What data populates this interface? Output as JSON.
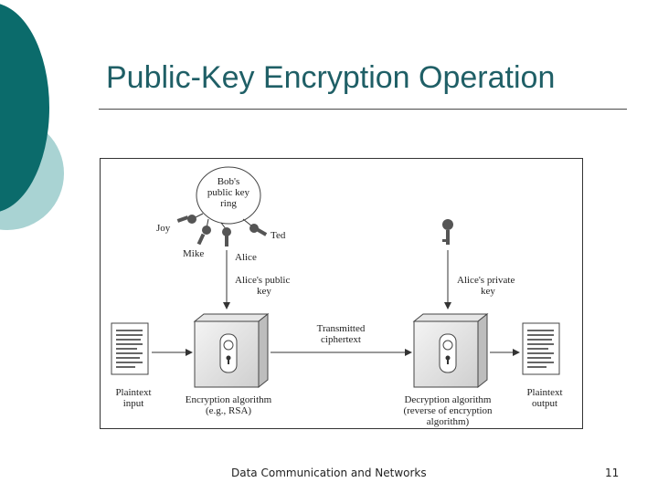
{
  "slide": {
    "title": "Public-Key Encryption Operation",
    "footer": "Data Communication and Networks",
    "page_number": "11",
    "colors": {
      "accent_dark": "#0b6b6b",
      "accent_light": "#a9d3d3",
      "title": "#1f5f66"
    }
  },
  "diagram": {
    "key_ring": {
      "line1": "Bob's",
      "line2": "public key",
      "line3": "ring"
    },
    "keys": {
      "joy": "Joy",
      "mike": "Mike",
      "alice": "Alice",
      "ted": "Ted"
    },
    "public_key_label": {
      "line1": "Alice's public",
      "line2": "key"
    },
    "private_key_label": {
      "line1": "Alice's private",
      "line2": "key"
    },
    "ciphertext_label": {
      "line1": "Transmitted",
      "line2": "ciphertext"
    },
    "plaintext_input": {
      "line1": "Plaintext",
      "line2": "input"
    },
    "plaintext_output": {
      "line1": "Plaintext",
      "line2": "output"
    },
    "encryption": {
      "line1": "Encryption algorithm",
      "line2": "(e.g., RSA)"
    },
    "decryption": {
      "line1": "Decryption algorithm",
      "line2": "(reverse of encryption",
      "line3": "algorithm)"
    }
  }
}
